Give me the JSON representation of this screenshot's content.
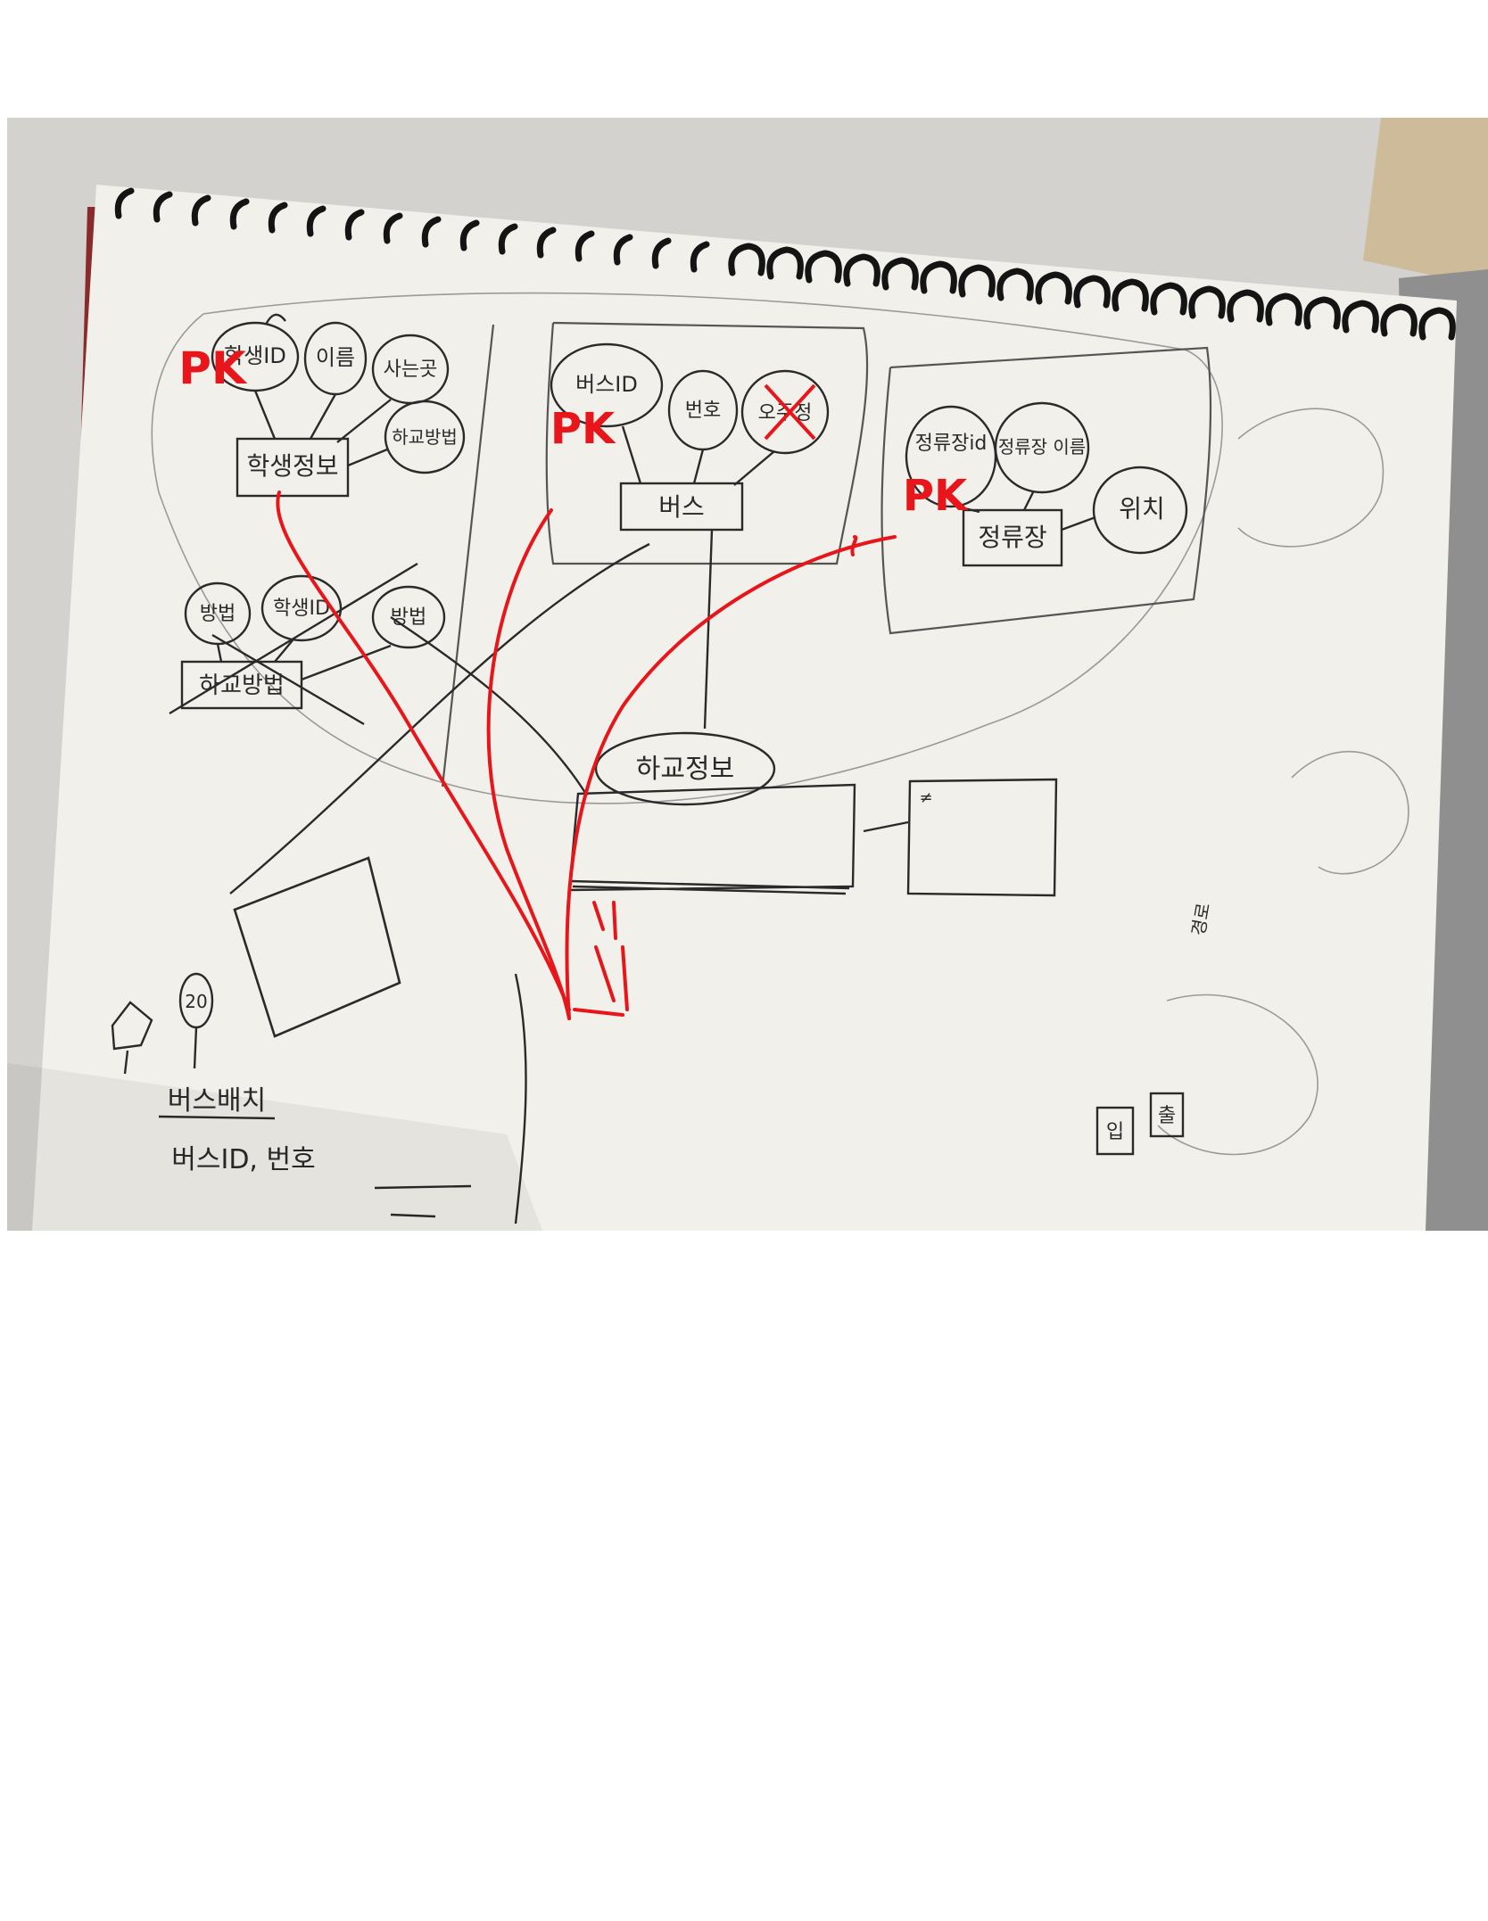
{
  "colors": {
    "paper": "#f1f0ea",
    "ink": "#2a2a2a",
    "red_ink": "#e8161b",
    "pencil": "#9a9a9a",
    "spiral": "#141414"
  },
  "sheet": {
    "entities": [
      {
        "id": "student",
        "label": "학생정보",
        "attributes": [
          "학생ID",
          "이름",
          "사는곳",
          "하교방법"
        ],
        "key_mark": "PK"
      },
      {
        "id": "bus",
        "label": "버스",
        "attributes": [
          "버스ID",
          "번호",
          "오주정"
        ],
        "key_mark": "PK"
      },
      {
        "id": "stop",
        "label": "정류장",
        "attributes": [
          "정류장id",
          "정류장 이름",
          "위치"
        ],
        "key_mark": "PK"
      },
      {
        "id": "method",
        "label": "하교방법",
        "attributes": [
          "방법",
          "학생ID",
          "방법"
        ]
      }
    ],
    "center_label": "하교정보",
    "notes": {
      "bus_arrangement": "버스배치",
      "bus_id_number": "버스ID, 번호",
      "badge_number": "20",
      "side_mark": "경로",
      "corner_marks": [
        "입",
        "출"
      ]
    }
  }
}
